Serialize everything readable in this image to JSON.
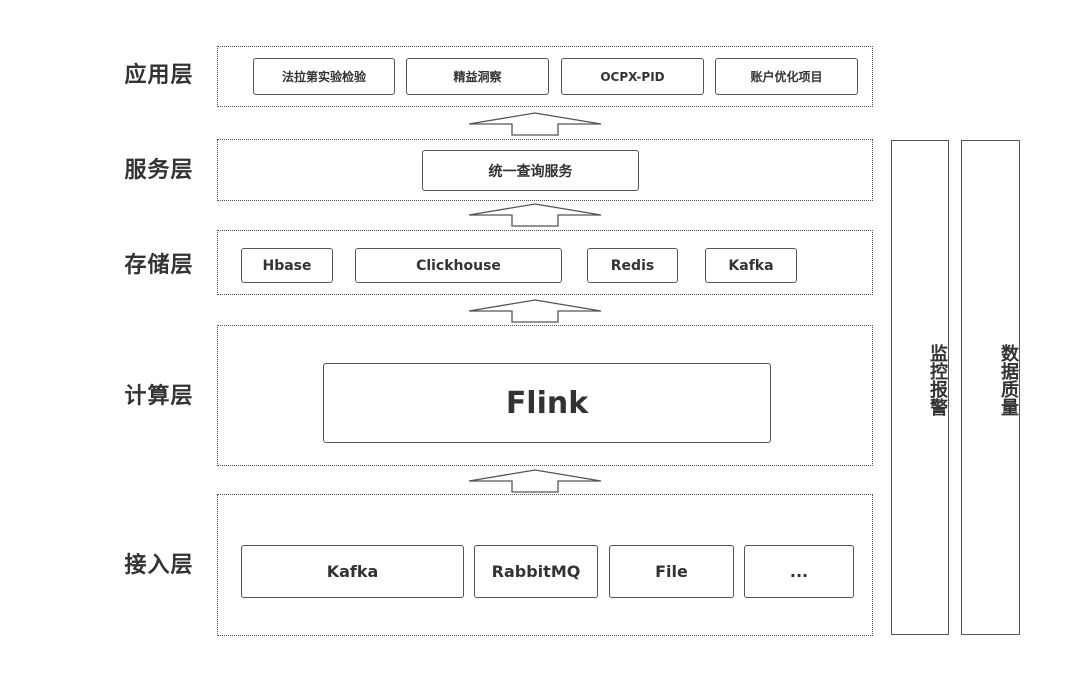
{
  "layers": {
    "application": {
      "label": "应用层",
      "nodes": [
        "法拉第实验检验",
        "精益洞察",
        "OCPX-PID",
        "账户优化项目"
      ]
    },
    "service": {
      "label": "服务层",
      "nodes": [
        "统一查询服务"
      ]
    },
    "storage": {
      "label": "存储层",
      "nodes": [
        "Hbase",
        "Clickhouse",
        "Redis",
        "Kafka"
      ]
    },
    "compute": {
      "label": "计算层",
      "nodes": [
        "Flink"
      ]
    },
    "ingestion": {
      "label": "接入层",
      "nodes": [
        "Kafka",
        "RabbitMQ",
        "File",
        "..."
      ]
    }
  },
  "side_panels": {
    "monitoring": "监控报警",
    "data_quality": "数据质量"
  },
  "colors": {
    "border": "#555555",
    "text": "#333333",
    "background": "#ffffff"
  }
}
